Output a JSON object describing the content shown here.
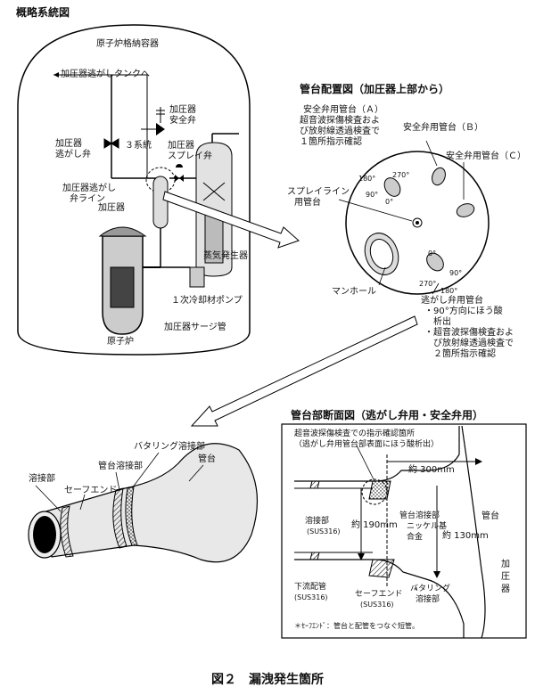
{
  "overview": {
    "title": "概略系統図",
    "containment": "原子炉格納容器",
    "relief_tank": "加圧器逃がしタンクへ",
    "safety_valve": [
      "加圧器",
      "安全弁"
    ],
    "loop": "３系統",
    "spray_valve": [
      "加圧器",
      "スプレイ弁"
    ],
    "relief_valve": [
      "加圧器",
      "逃がし弁"
    ],
    "relief_line": [
      "加圧器逃がし",
      "弁ライン"
    ],
    "pressurizer": "加圧器",
    "steam_generator": "蒸気発生器",
    "coolant_pump": "１次冷却材ポンプ",
    "reactor": "原子炉",
    "surge_line": "加圧器サージ管"
  },
  "layout_plan": {
    "title": "管台配置図（加圧器上部から）",
    "nozzle_a": [
      "安全弁用管台（Ａ）",
      "超音波探傷検査およ",
      "び放射線透過検査で",
      "１箇所指示確認"
    ],
    "nozzle_b": "安全弁用管台（Ｂ）",
    "nozzle_c": "安全弁用管台（Ｃ）",
    "spray_nozzle": [
      "スプレイライン",
      "用管台"
    ],
    "manhole": "マンホール",
    "relief_nozzle": [
      "逃がし弁用管台",
      "・90°方向にほう酸",
      "析出",
      "・超音波探傷検査およ",
      "び放射線透過検査で",
      "２箇所指示確認"
    ],
    "angles": {
      "a_180": "180°",
      "a_270": "270°",
      "a_90": "90°",
      "a_0": "0°",
      "r_0": "0°",
      "r_90": "90°",
      "r_270": "270°",
      "r_180": "180°"
    }
  },
  "pipe_view": {
    "weld": "溶接部",
    "safe_end": "セーフエンド",
    "nozzle_weld": "管台溶接部",
    "buttering": "バタリング溶接部",
    "nozzle": "管台"
  },
  "section": {
    "title": "管台部断面図（逃がし弁用・安全弁用）",
    "ut_note": [
      "超音波探傷検査での指示確認箇所",
      "（逃がし弁用管台部表面にほう酸析出）"
    ],
    "dim_300": "約 300mm",
    "dim_190": "約 190mm",
    "dim_130": "約 130mm",
    "weld": [
      "溶接部",
      "(SUS316)"
    ],
    "nozzle_weld": [
      "管台溶接部",
      "ニッケル基",
      "合金"
    ],
    "nozzle": "管台",
    "pressurizer": [
      "加",
      "圧",
      "器"
    ],
    "downstream": [
      "下流配管",
      "(SUS316)"
    ],
    "safe_end": [
      "セーフエンド",
      "(SUS316)"
    ],
    "safe_end_mark": "*",
    "buttering": [
      "バタリング",
      "溶接部"
    ],
    "footnote": "＊ｾｰﾌｴﾝﾄﾞ：管台と配管をつなぐ短管。"
  },
  "caption": "図２　漏洩発生箇所"
}
